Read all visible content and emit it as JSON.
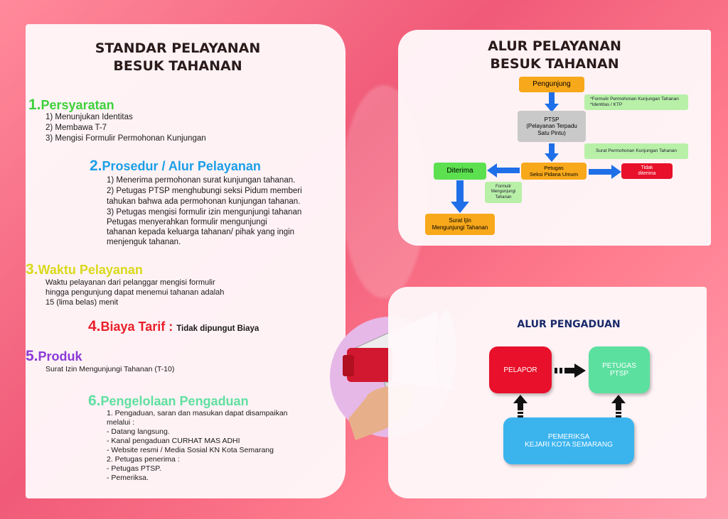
{
  "left": {
    "title_line1": "STANDAR PELAYANAN",
    "title_line2": "BESUK TAHANAN",
    "sec1": {
      "num": "1.",
      "head": "Persyaratan",
      "color": "#3dd13a",
      "items": [
        "1)  Menunjukan Identitas",
        "2)  Membawa T-7",
        "3)  Mengisi Formulir Permohonan Kunjungan"
      ]
    },
    "sec2": {
      "num": "2.",
      "head": "Prosedur / Alur Pelayanan",
      "color": "#1a9fe8",
      "items": [
        "1)  Menerima permohonan surat kunjungan tahanan.",
        "2)  Petugas PTSP menghubungi seksi Pidum memberi",
        "      tahukan bahwa ada permohonan kunjungan tahanan.",
        "3)  Petugas mengisi formulir izin mengunjungi tahanan",
        "      Petugas menyerahkan formulir mengunjungi",
        "      tahanan kepada keluarga tahanan/ pihak yang ingin",
        "      menjenguk tahanan."
      ]
    },
    "sec3": {
      "num": "3.",
      "head": "Waktu Pelayanan",
      "color": "#d9d91a",
      "items": [
        "Waktu pelayanan dari pelanggar mengisi formulir",
        "hingga pengunjung dapat menemui tahanan adalah",
        "15 (lima belas) menit"
      ]
    },
    "sec4": {
      "num": "4.",
      "head": "Biaya Tarif :",
      "color": "#e8202a",
      "value": "Tidak dipungut Biaya"
    },
    "sec5": {
      "num": "5.",
      "head": "Produk",
      "color": "#8a3ad6",
      "value": "Surat Izin Mengunjungi Tahanan (T-10)"
    },
    "sec6": {
      "num": "6.",
      "head": "Pengelolaan Pengaduan",
      "color": "#5fe0a0",
      "items": [
        "1. Pengaduan, saran dan masukan dapat disampaikan",
        "    melalui :",
        "      - Datang langsung.",
        "      - Kanal pengaduan CURHAT MAS ADHI",
        "      - Website resmi / Media Sosial KN Kota Semarang",
        "2. Petugas penerima :",
        "      - Petugas PTSP.",
        "      - Pemeriksa."
      ]
    }
  },
  "flow": {
    "title_line1": "ALUR PELAYANAN",
    "title_line2": "BESUK TAHANAN",
    "pengunjung": "Pengunjung",
    "note1_l1": "*Formulir Permohonan Kunjungan Tahanan",
    "note1_l2": "*Identitas / KTP",
    "ptsp_l1": "PTSP",
    "ptsp_l2": "(Pelayanan Terpadu",
    "ptsp_l3": "Satu Pintu)",
    "note2": "Surat Permohonan Kunjungan Tahanan",
    "petugas_l1": "Petugas",
    "petugas_l2": "Seksi Pidana Umum",
    "diterima": "Diterima",
    "tidak_l1": "Tidak",
    "tidak_l2": "diterima",
    "formulir_l1": "Formulir",
    "formulir_l2": "Mengunjungi",
    "formulir_l3": "Tahanan",
    "surat_l1": "Surat Ijin",
    "surat_l2": "Mengunjungi Tahanan"
  },
  "complaint": {
    "title": "ALUR PENGADUAN",
    "pelapor": "PELAPOR",
    "petugas_l1": "PETUGAS",
    "petugas_l2": "PTSP",
    "pemeriksa_l1": "PEMERIKSA",
    "pemeriksa_l2": "KEJARI KOTA SEMARANG"
  },
  "colors": {
    "orange": "#f7a81b",
    "gray": "#c9c9c9",
    "red": "#e8102a",
    "green": "#5ce0a0",
    "blue": "#3bb4ee",
    "arrow": "#1f6fe8"
  }
}
